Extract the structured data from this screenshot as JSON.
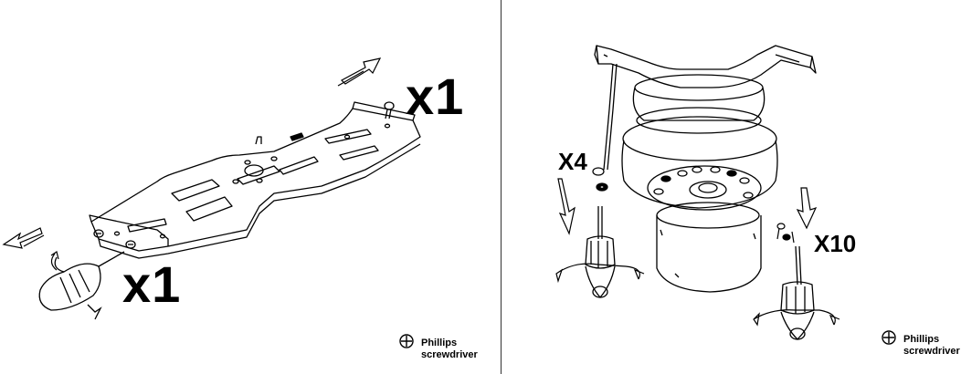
{
  "left_step": {
    "screw_count_top": "x1",
    "screw_count_bottom": "x1",
    "tool_line1": "Phillips",
    "tool_line2": "screwdriver",
    "tool_icon": "phillips-cross-icon"
  },
  "right_step": {
    "bolt_count": "X4",
    "screw_count": "X10",
    "tool_line1": "Phillips",
    "tool_line2": "screwdriver",
    "tool_icon": "phillips-cross-icon"
  },
  "colors": {
    "line": "#000000",
    "background": "#ffffff"
  }
}
